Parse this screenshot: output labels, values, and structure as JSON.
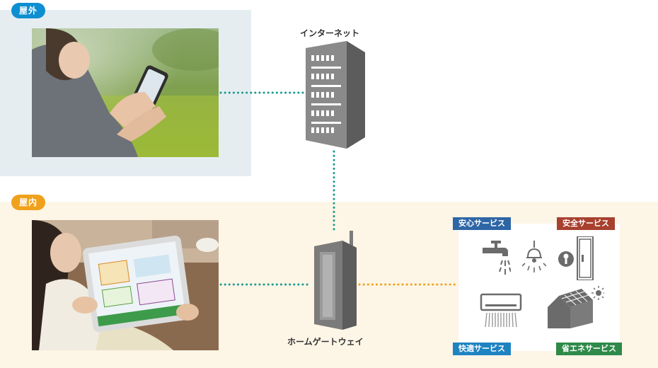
{
  "zones": {
    "outdoor_label": "屋外",
    "indoor_label": "屋内"
  },
  "nodes": {
    "internet_label": "インターネット",
    "gateway_label": "ホームゲートウェイ"
  },
  "services": {
    "anshin": "安心サービス",
    "anzen": "安全サービス",
    "kaiteki": "快適サービス",
    "shoene": "省エネサービス"
  },
  "colors": {
    "outdoor_accent": "#0d8fd1",
    "indoor_accent": "#f0a11c",
    "link_teal": "#1a9b8c",
    "link_orange": "#f0a11c",
    "icon_gray": "#6b6b6b"
  }
}
